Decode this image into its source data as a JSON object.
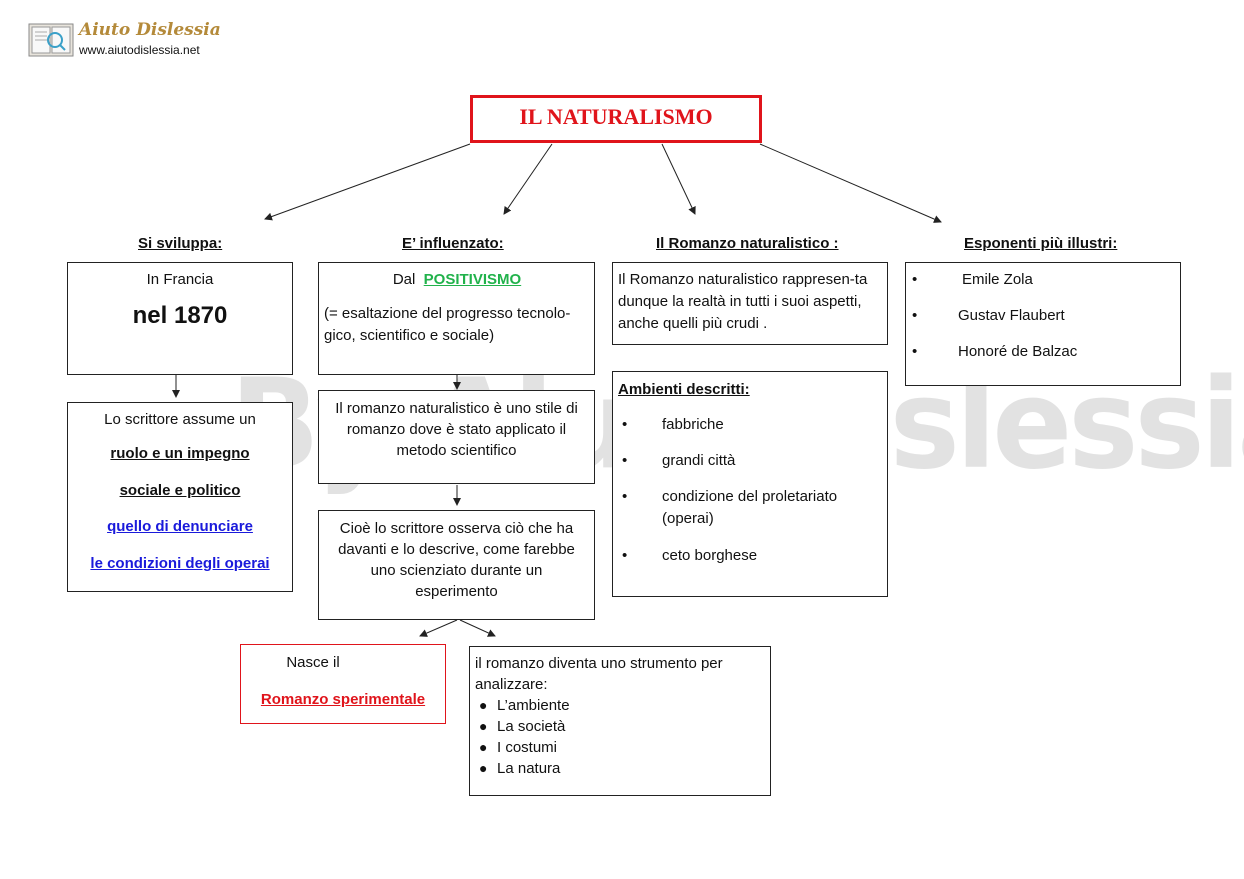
{
  "logo": {
    "title": "Aiuto Dislessia",
    "url": "www.aiutodislessia.net"
  },
  "watermark": "By AiutoDislessia.net",
  "title": "IL NATURALISMO",
  "headings": {
    "sviluppa": "Si sviluppa:",
    "influenzato": "E’ influenzato:",
    "romanzo": "Il Romanzo naturalistico :",
    "esponenti": "Esponenti più illustri:"
  },
  "sviluppa": {
    "line1": "In Francia",
    "year": "nel 1870"
  },
  "scrittore": {
    "intro": "Lo scrittore assume un",
    "l1": "ruolo e un impegno",
    "l2": "sociale e politico",
    "l3": "quello di denunciare",
    "l4": "le condizioni degli operai"
  },
  "influenzato": {
    "dal": "Dal",
    "positivismo": "POSITIVISMO",
    "desc": "(= esaltazione del progresso tecnolo-gico, scientifico e sociale)"
  },
  "stile": "Il romanzo naturalistico è uno stile di romanzo dove è stato applicato il metodo scientifico",
  "osserva": "Cioè lo scrittore osserva ciò che ha davanti e lo descrive, come farebbe uno scienziato durante un esperimento",
  "nasce": {
    "line1": "Nasce il",
    "romanzo": "Romanzo sperimentale"
  },
  "strumento": {
    "intro": "il romanzo diventa uno strumento per analizzare:",
    "items": [
      "L’ambiente",
      "La società",
      "I costumi",
      "La natura"
    ]
  },
  "romanzo_desc": "Il Romanzo naturalistico rappresen-ta dunque la realtà in tutti i suoi aspetti, anche quelli più crudi  .",
  "ambienti": {
    "title": "Ambienti descritti:",
    "items": [
      "fabbriche",
      "grandi città",
      "condizione del  proletariato (operai)",
      "ceto borghese"
    ]
  },
  "esponenti": [
    "Emile Zola",
    "Gustav Flaubert",
    "Honoré de Balzac"
  ],
  "bullet": "•",
  "bullet_round": "●",
  "colors": {
    "title_red": "#e0141b",
    "green": "#21b24b",
    "blue": "#1a1adb",
    "watermark_gray": "#969696"
  }
}
